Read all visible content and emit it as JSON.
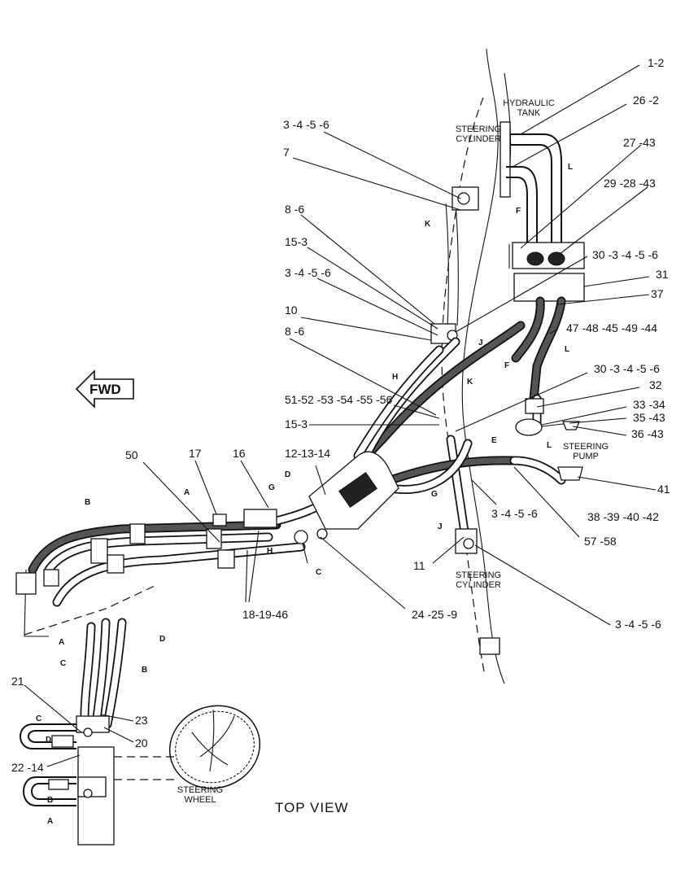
{
  "diagram": {
    "view_title": "TOP VIEW",
    "fwd_label": "FWD",
    "components": {
      "hydraulic_tank": "HYDRAULIC\nTANK",
      "steering_cylinder_top": "STEERING\nCYLINDER",
      "steering_cylinder_bottom": "STEERING\nCYLINDER",
      "steering_pump": "STEERING\nPUMP",
      "steering_wheel": "STEERING\nWHEEL"
    },
    "callouts": [
      "1-2",
      "26 -2",
      "27 -43",
      "29 -28 -43",
      "30 -3 -4 -5 -6",
      "31",
      "37",
      "47 -48 -45 -49 -44",
      "30 -3 -4 -5 -6",
      "32",
      "33 -34",
      "35 -43",
      "36 -43",
      "41",
      "38 -39 -40 -42",
      "57 -58",
      "3 -4 -5 -6",
      "11",
      "3 -4 -5 -6",
      "24 -25 -9",
      "18-19-46",
      "3 -4 -5 -6",
      "7",
      "8 -6",
      "15-3",
      "3 -4 -5 -6",
      "10",
      "8 -6",
      "51-52 -53 -54 -55 -56",
      "15-3",
      "12-13-14",
      "16",
      "17",
      "50",
      "21",
      "23",
      "20",
      "22 -14"
    ],
    "hose_letters": [
      "L",
      "F",
      "K",
      "J",
      "H",
      "L",
      "K",
      "F",
      "L",
      "E",
      "G",
      "J",
      "D",
      "G",
      "H",
      "C",
      "A",
      "B",
      "A",
      "C",
      "B",
      "D",
      "C",
      "D",
      "B",
      "A"
    ]
  }
}
